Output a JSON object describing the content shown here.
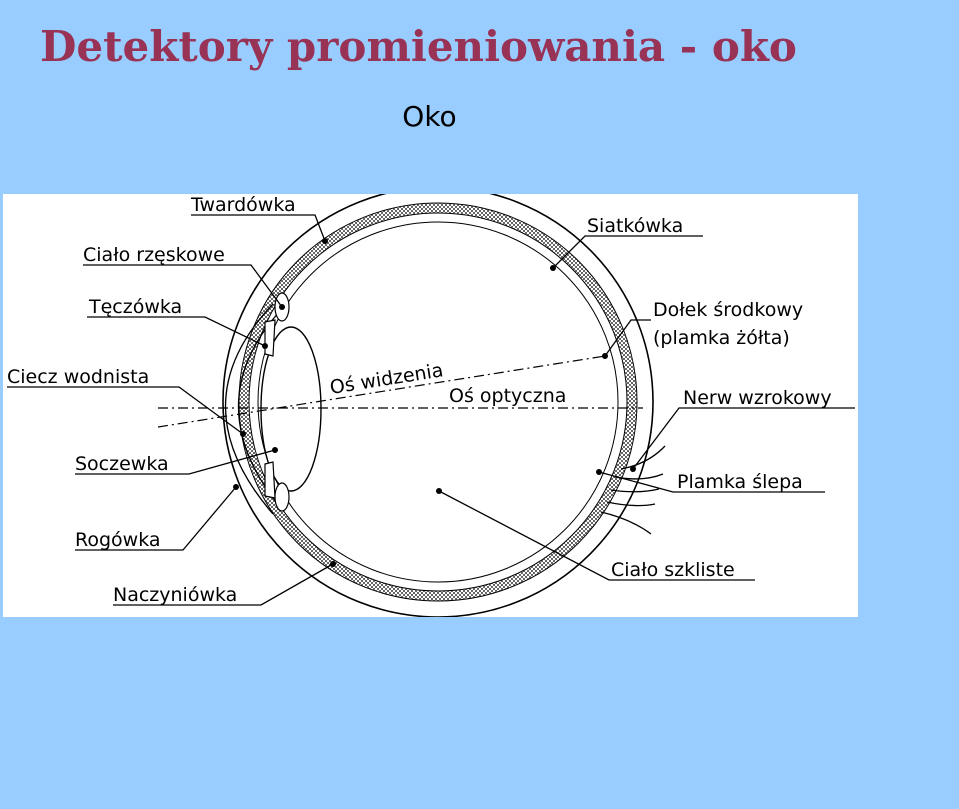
{
  "title": "Detektory promieniowania - oko",
  "subtitle": "Oko",
  "diagram": {
    "labels": {
      "twardowka": "Twardówka",
      "cialo_rzeskowe": "Ciało rzęskowe",
      "teczowka": "Tęczówka",
      "ciecz_wodnista": "Ciecz wodnista",
      "soczewka": "Soczewka",
      "rogowka": "Rogówka",
      "naczyniowka": "Naczyniówka",
      "siatkowka": "Siatkówka",
      "dolek_srodkowy_1": "Dołek środkowy",
      "dolek_srodkowy_2": "(plamka żółta)",
      "nerw_wzrokowy": "Nerw wzrokowy",
      "plamka_slepa": "Plamka ślepa",
      "cialo_szkliste": "Ciało szkliste",
      "os_widzenia": "Oś widzenia",
      "os_optyczna": "Oś optyczna"
    }
  }
}
